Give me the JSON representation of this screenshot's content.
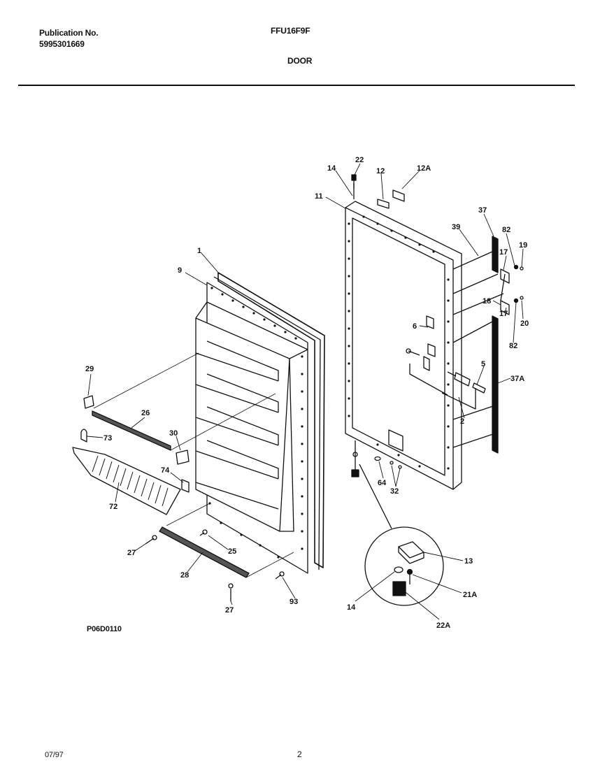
{
  "header": {
    "publication_label": "Publication No.",
    "publication_number": "5995301669",
    "model": "FFU16F9F",
    "section": "DOOR"
  },
  "footer": {
    "figure_code": "P06D0110",
    "date": "07/97",
    "page": "2"
  },
  "callouts": {
    "c1": "1",
    "c9": "9",
    "c29": "29",
    "c26": "26",
    "c73": "73",
    "c30": "30",
    "c74": "74",
    "c72": "72",
    "c27a": "27",
    "c25": "25",
    "c28": "28",
    "c27b": "27",
    "c93": "93",
    "c14a": "14",
    "c22": "22",
    "c12": "12",
    "c12a": "12A",
    "c11": "11",
    "c37": "37",
    "c39": "39",
    "c82a": "82",
    "c19": "19",
    "c17a": "17",
    "c18": "18",
    "c20": "20",
    "c17b": "17",
    "c82b": "82",
    "c6": "6",
    "c5": "5",
    "c37a": "37A",
    "c2": "2",
    "c64": "64",
    "c32": "32",
    "c13": "13",
    "c21a": "21A",
    "c14b": "14",
    "c22a": "22A"
  }
}
